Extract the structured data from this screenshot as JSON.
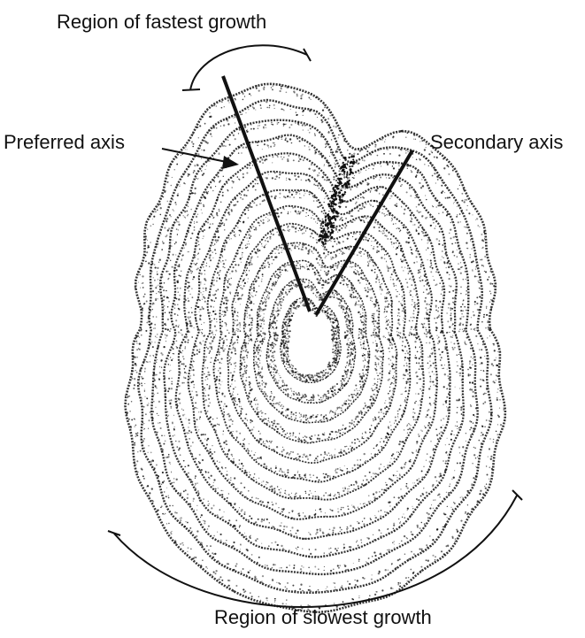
{
  "labels": {
    "fastest_growth": "Region of fastest growth",
    "preferred_axis": "Preferred axis",
    "secondary_axis": "Secondary axis",
    "slowest_growth": "Region of slowest growth"
  },
  "figure": {
    "ring_count": 13,
    "ink_color": "#111111",
    "background_color": "#ffffff"
  }
}
